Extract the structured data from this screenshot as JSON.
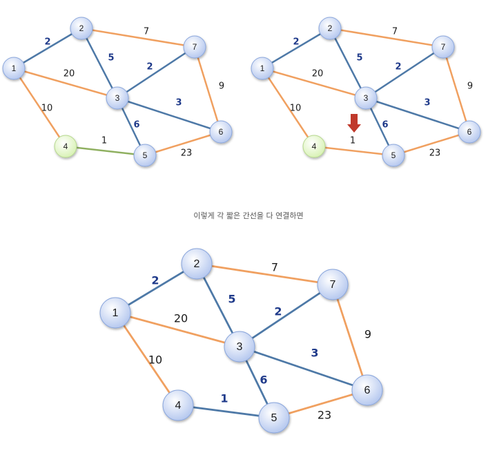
{
  "caption": "이렇게 각 짧은 간선을 다 연결하면",
  "colors": {
    "mst_edge": "#4e79a7",
    "other_edge": "#f0a060",
    "highlight_edge": "#8fb060",
    "mst_weight_text": "#1f3a8a",
    "other_weight_text": "#1a1a1a",
    "node_fill": "#b7c9ef",
    "node_highlight_fill": "#d9f2b6",
    "arrow": "#c0392b"
  },
  "panels": [
    {
      "nodes": [
        {
          "id": "1",
          "label": "1"
        },
        {
          "id": "2",
          "label": "2"
        },
        {
          "id": "3",
          "label": "3"
        },
        {
          "id": "4",
          "label": "4",
          "highlight": true
        },
        {
          "id": "5",
          "label": "5"
        },
        {
          "id": "6",
          "label": "6"
        },
        {
          "id": "7",
          "label": "7"
        }
      ],
      "edges": [
        {
          "from": "1",
          "to": "2",
          "weight": "2",
          "state": "mst"
        },
        {
          "from": "2",
          "to": "7",
          "weight": "7",
          "state": "other"
        },
        {
          "from": "2",
          "to": "3",
          "weight": "5",
          "state": "mst"
        },
        {
          "from": "1",
          "to": "3",
          "weight": "20",
          "state": "other"
        },
        {
          "from": "3",
          "to": "7",
          "weight": "2",
          "state": "mst"
        },
        {
          "from": "7",
          "to": "6",
          "weight": "9",
          "state": "other"
        },
        {
          "from": "1",
          "to": "4",
          "weight": "10",
          "state": "other"
        },
        {
          "from": "3",
          "to": "6",
          "weight": "3",
          "state": "mst"
        },
        {
          "from": "3",
          "to": "5",
          "weight": "6",
          "state": "mst"
        },
        {
          "from": "4",
          "to": "5",
          "weight": "1",
          "state": "highlight"
        },
        {
          "from": "5",
          "to": "6",
          "weight": "23",
          "state": "other"
        }
      ]
    },
    {
      "arrow": true,
      "nodes": [
        {
          "id": "1",
          "label": "1"
        },
        {
          "id": "2",
          "label": "2"
        },
        {
          "id": "3",
          "label": "3"
        },
        {
          "id": "4",
          "label": "4",
          "highlight": true
        },
        {
          "id": "5",
          "label": "5"
        },
        {
          "id": "6",
          "label": "6"
        },
        {
          "id": "7",
          "label": "7"
        }
      ],
      "edges": [
        {
          "from": "1",
          "to": "2",
          "weight": "2",
          "state": "mst"
        },
        {
          "from": "2",
          "to": "7",
          "weight": "7",
          "state": "other"
        },
        {
          "from": "2",
          "to": "3",
          "weight": "5",
          "state": "mst"
        },
        {
          "from": "1",
          "to": "3",
          "weight": "20",
          "state": "other"
        },
        {
          "from": "3",
          "to": "7",
          "weight": "2",
          "state": "mst"
        },
        {
          "from": "7",
          "to": "6",
          "weight": "9",
          "state": "other"
        },
        {
          "from": "1",
          "to": "4",
          "weight": "10",
          "state": "other"
        },
        {
          "from": "3",
          "to": "6",
          "weight": "3",
          "state": "mst"
        },
        {
          "from": "3",
          "to": "5",
          "weight": "6",
          "state": "mst"
        },
        {
          "from": "4",
          "to": "5",
          "weight": "1",
          "state": "other"
        },
        {
          "from": "5",
          "to": "6",
          "weight": "23",
          "state": "other"
        }
      ]
    },
    {
      "nodes": [
        {
          "id": "1",
          "label": "1"
        },
        {
          "id": "2",
          "label": "2"
        },
        {
          "id": "3",
          "label": "3"
        },
        {
          "id": "4",
          "label": "4"
        },
        {
          "id": "5",
          "label": "5"
        },
        {
          "id": "6",
          "label": "6"
        },
        {
          "id": "7",
          "label": "7"
        }
      ],
      "edges": [
        {
          "from": "1",
          "to": "2",
          "weight": "2",
          "state": "mst"
        },
        {
          "from": "2",
          "to": "7",
          "weight": "7",
          "state": "other"
        },
        {
          "from": "2",
          "to": "3",
          "weight": "5",
          "state": "mst"
        },
        {
          "from": "1",
          "to": "3",
          "weight": "20",
          "state": "other"
        },
        {
          "from": "3",
          "to": "7",
          "weight": "2",
          "state": "mst"
        },
        {
          "from": "7",
          "to": "6",
          "weight": "9",
          "state": "other"
        },
        {
          "from": "1",
          "to": "4",
          "weight": "10",
          "state": "other"
        },
        {
          "from": "3",
          "to": "6",
          "weight": "3",
          "state": "mst"
        },
        {
          "from": "3",
          "to": "5",
          "weight": "6",
          "state": "mst"
        },
        {
          "from": "4",
          "to": "5",
          "weight": "1",
          "state": "mst"
        },
        {
          "from": "5",
          "to": "6",
          "weight": "23",
          "state": "other"
        }
      ]
    }
  ]
}
